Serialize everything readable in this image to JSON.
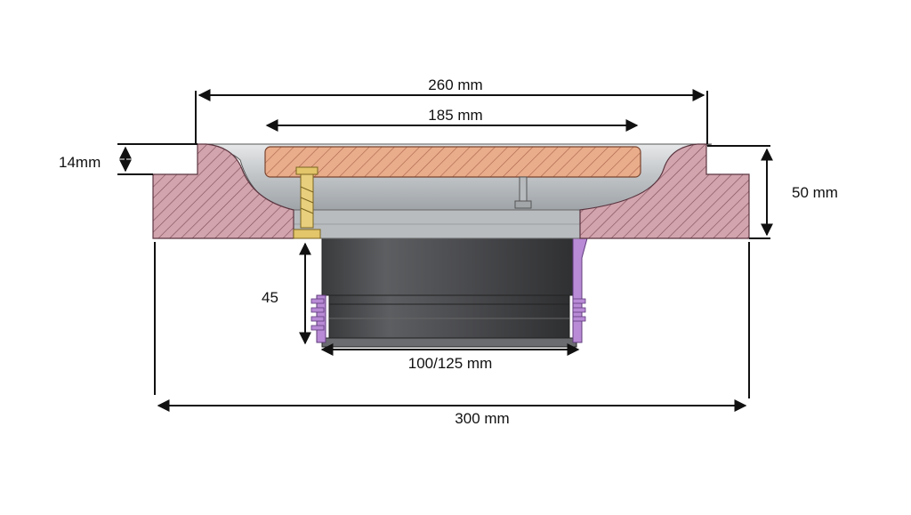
{
  "dimensions": {
    "top_width": "260 mm",
    "grate_width": "185 mm",
    "rim_height": "14mm",
    "total_height": "50 mm",
    "outlet_height": "45",
    "outlet_diameter": "100/125 mm",
    "total_width": "300 mm"
  },
  "colors": {
    "body_section": "#cf9fa8",
    "hatch": "#7a4a55",
    "grate": "#e8a987",
    "grate_hatch": "#a8604a",
    "steel": "#c9ccce",
    "outlet": "#4a4b4d",
    "gasket": "#b98ad6",
    "bolt": "#e3c56a"
  }
}
